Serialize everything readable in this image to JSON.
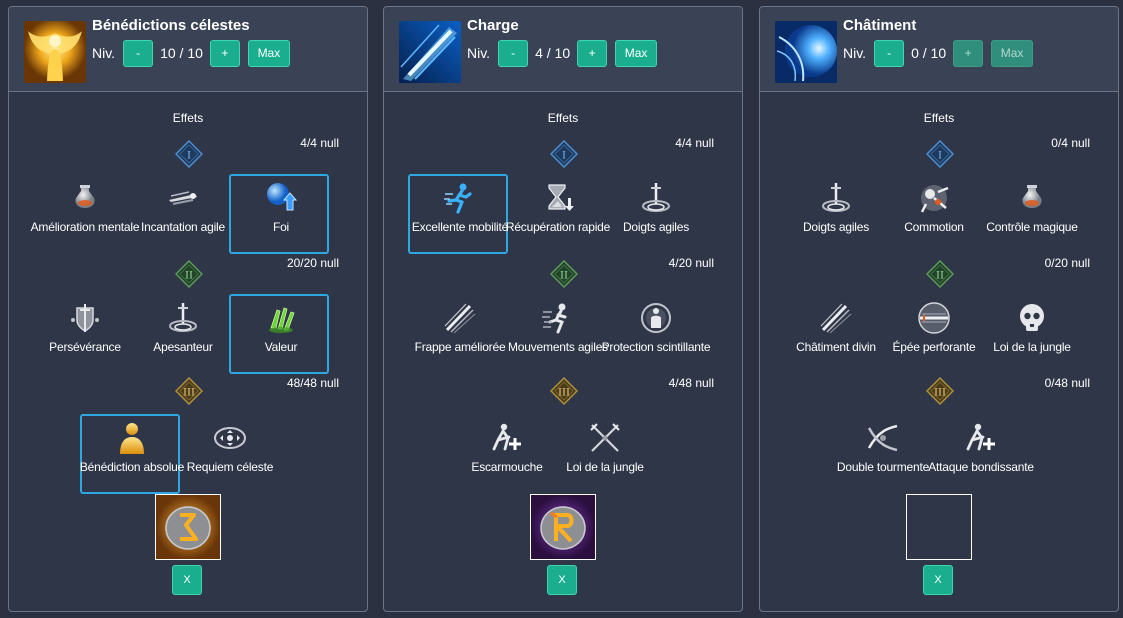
{
  "common": {
    "level_label": "Niv.",
    "minus": "-",
    "plus": "+",
    "max": "Max",
    "effects_label": "Effets",
    "remove": "X"
  },
  "colors": {
    "button": "#1aae8e",
    "selected_border": "#2fa7e2",
    "panel_bg": "#2f3647",
    "header_bg": "#3a4256"
  },
  "panels": [
    {
      "title": "Bénédictions célestes",
      "skill_icon": "golden-angel-icon",
      "level": "10 / 10",
      "plus_disabled": false,
      "max_disabled": false,
      "tiers": [
        {
          "numeral": "I",
          "count": "4/4 null",
          "nodes": [
            {
              "label": "Amélioration mentale",
              "icon": "potion-icon",
              "selected": false
            },
            {
              "label": "Incantation agile",
              "icon": "swift-cast-icon",
              "selected": false
            },
            {
              "label": "Foi",
              "icon": "faith-orb-icon",
              "selected": true
            }
          ]
        },
        {
          "numeral": "II",
          "count": "20/20 null",
          "nodes": [
            {
              "label": "Persévérance",
              "icon": "shield-sword-icon",
              "selected": false
            },
            {
              "label": "Apesanteur",
              "icon": "sword-swirl-icon",
              "selected": false
            },
            {
              "label": "Valeur",
              "icon": "green-hands-icon",
              "selected": true
            }
          ]
        },
        {
          "numeral": "III",
          "count": "48/48 null",
          "nodes": [
            {
              "label": "Bénédiction absolue",
              "icon": "golden-figure-icon",
              "selected": true
            },
            {
              "label": "Requiem céleste",
              "icon": "arrows-circle-icon",
              "selected": false
            }
          ]
        }
      ],
      "rune": "orange-rune-icon"
    },
    {
      "title": "Charge",
      "skill_icon": "blue-streak-icon",
      "level": "4 / 10",
      "plus_disabled": false,
      "max_disabled": false,
      "tiers": [
        {
          "numeral": "I",
          "count": "4/4 null",
          "nodes": [
            {
              "label": "Excellente mobilité",
              "icon": "running-figure-icon",
              "selected": true
            },
            {
              "label": "Récupération rapide",
              "icon": "hourglass-icon",
              "selected": false
            },
            {
              "label": "Doigts agiles",
              "icon": "sword-swirl-icon",
              "selected": false
            }
          ]
        },
        {
          "numeral": "II",
          "count": "4/20 null",
          "nodes": [
            {
              "label": "Frappe améliorée",
              "icon": "slash-icon",
              "selected": false
            },
            {
              "label": "Mouvements agiles",
              "icon": "dash-figure-icon",
              "selected": false
            },
            {
              "label": "Protection scintillante",
              "icon": "shield-figure-icon",
              "selected": false
            }
          ]
        },
        {
          "numeral": "III",
          "count": "4/48 null",
          "nodes": [
            {
              "label": "Escarmouche",
              "icon": "lunge-plus-icon",
              "selected": false
            },
            {
              "label": "Loi de la jungle",
              "icon": "crossed-swords-icon",
              "selected": false
            }
          ]
        }
      ],
      "rune": "purple-rune-icon"
    },
    {
      "title": "Châtiment",
      "skill_icon": "blue-sphere-icon",
      "level": "0 / 10",
      "plus_disabled": true,
      "max_disabled": true,
      "tiers": [
        {
          "numeral": "I",
          "count": "0/4 null",
          "nodes": [
            {
              "label": "Doigts agiles",
              "icon": "sword-swirl-icon",
              "selected": false
            },
            {
              "label": "Commotion",
              "icon": "impact-icon",
              "selected": false
            },
            {
              "label": "Contrôle magique",
              "icon": "potion-icon",
              "selected": false
            }
          ]
        },
        {
          "numeral": "II",
          "count": "0/20 null",
          "nodes": [
            {
              "label": "Châtiment divin",
              "icon": "slash-icon",
              "selected": false
            },
            {
              "label": "Épée perforante",
              "icon": "sword-orb-icon",
              "selected": false
            },
            {
              "label": "Loi de la jungle",
              "icon": "skull-icon",
              "selected": false
            }
          ]
        },
        {
          "numeral": "III",
          "count": "0/48 null",
          "nodes": [
            {
              "label": "Double tourmente",
              "icon": "double-slash-icon",
              "selected": false
            },
            {
              "label": "Attaque bondissante",
              "icon": "lunge-plus-icon",
              "selected": false
            }
          ]
        }
      ],
      "rune": "empty-rune-slot"
    }
  ]
}
